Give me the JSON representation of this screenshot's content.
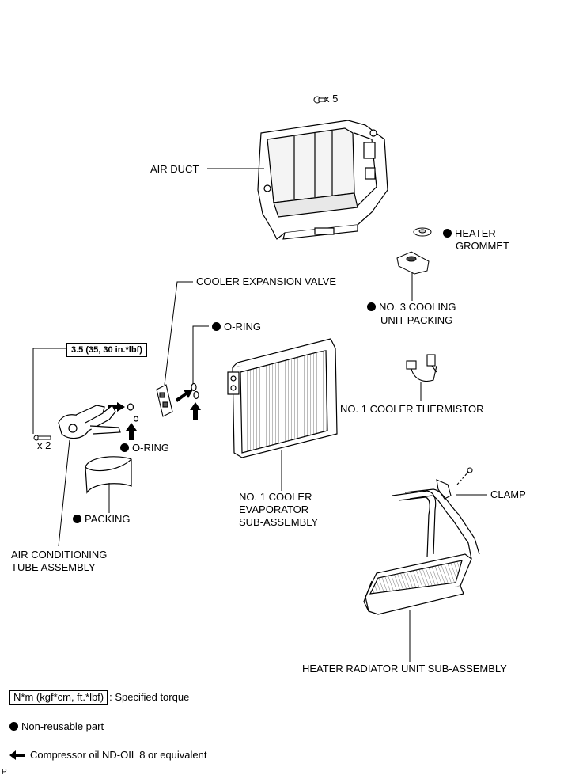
{
  "labels": {
    "x5": "x 5",
    "air_duct": "AIR DUCT",
    "heater_grommet_1": "HEATER",
    "heater_grommet_2": "GROMMET",
    "no3_packing_1": "NO. 3 COOLING",
    "no3_packing_2": "UNIT PACKING",
    "cooler_expansion_valve": "COOLER EXPANSION VALVE",
    "o_ring_top": "O-RING",
    "torque": "3.5 (35, 30 in.*lbf)",
    "x2": "x 2",
    "o_ring_bottom": "O-RING",
    "packing": "PACKING",
    "cooler_thermistor": "NO. 1 COOLER THERMISTOR",
    "evaporator_1": "NO. 1 COOLER",
    "evaporator_2": "EVAPORATOR",
    "evaporator_3": "SUB-ASSEMBLY",
    "clamp": "CLAMP",
    "ac_tube_1": "AIR CONDITIONING",
    "ac_tube_2": "TUBE ASSEMBLY",
    "heater_radiator": "HEATER RADIATOR UNIT SUB-ASSEMBLY",
    "corner_mark": "P"
  },
  "legend": {
    "torque_unit": "N*m (kgf*cm, ft.*lbf)",
    "torque_text": ": Specified torque",
    "non_reusable": "Non-reusable part",
    "compressor_oil": "Compressor oil ND-OIL 8 or equivalent"
  },
  "icons": {
    "non_reusable": "black-dot-icon",
    "oil": "black-arrow-icon",
    "bolt": "bolt-icon"
  }
}
